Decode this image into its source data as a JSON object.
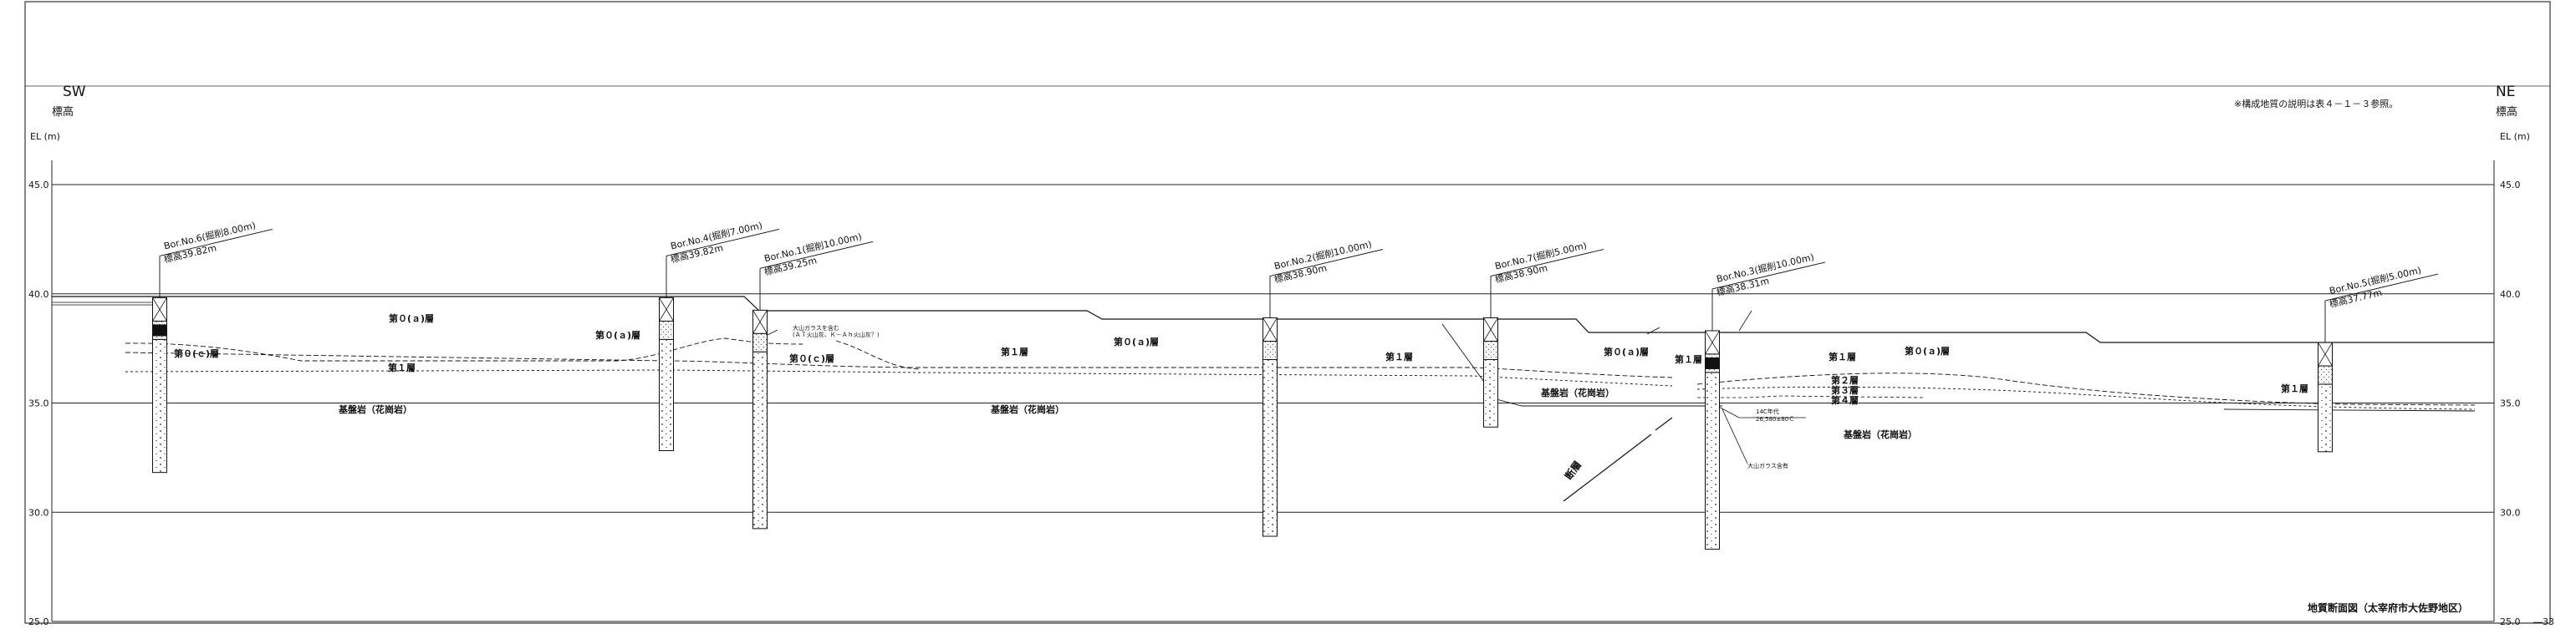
{
  "header": {
    "dir_left": "SW",
    "dir_right": "NE",
    "axis_label": "標高",
    "axis_unit": "EL (m)",
    "note": "※構成地質の説明は表４－１－３参照。",
    "title": "地質断面図（太宰府市大佐野地区）",
    "page_mark": "―33"
  },
  "axis": {
    "ticks": [
      {
        "label": "45.0",
        "elev": 45
      },
      {
        "label": "40.0",
        "elev": 40
      },
      {
        "label": "35.0",
        "elev": 35
      },
      {
        "label": "30.0",
        "elev": 30
      },
      {
        "label": "25.0",
        "elev": 25
      }
    ],
    "min": 25,
    "max": 45
  },
  "boreholes": [
    {
      "name": "Bor.No.6(掘削8.00m)",
      "elevation": "標高39.82m",
      "top": 39.82,
      "bottom": 31.82
    },
    {
      "name": "Bor.No.4(掘削7.00m)",
      "elevation": "標高39.82m",
      "top": 39.82,
      "bottom": 32.82
    },
    {
      "name": "Bor.No.1(掘削10.00m)",
      "elevation": "標高39.25m",
      "top": 39.25,
      "bottom": 29.25
    },
    {
      "name": "Bor.No.2(掘削10.00m)",
      "elevation": "標高38.90m",
      "top": 38.9,
      "bottom": 28.9
    },
    {
      "name": "Bor.No.7(掘削5.00m)",
      "elevation": "標高38.90m",
      "top": 38.9,
      "bottom": 33.9
    },
    {
      "name": "Bor.No.3(掘削10.00m)",
      "elevation": "標高38.31m",
      "top": 38.31,
      "bottom": 28.31
    },
    {
      "name": "Bor.No.5(掘削5.00m)",
      "elevation": "標高37.77m",
      "top": 37.77,
      "bottom": 32.77
    }
  ],
  "layers": [
    {
      "id": "l-d-a-1",
      "label": "第０(ａ)層"
    },
    {
      "id": "l-d-a-2",
      "label": "第０(ａ)層"
    },
    {
      "id": "l-d-a-3",
      "label": "第０(ａ)層"
    },
    {
      "id": "l-d-a-4",
      "label": "第０(ａ)層"
    },
    {
      "id": "l-d-a-5",
      "label": "第０(ａ)層"
    },
    {
      "id": "l-d-c-1",
      "label": "第０(ｃ)層"
    },
    {
      "id": "l-d-c-2",
      "label": "第０(ｃ)層"
    },
    {
      "id": "l-1-1",
      "label": "第１層"
    },
    {
      "id": "l-1-2",
      "label": "第１層"
    },
    {
      "id": "l-1-3",
      "label": "第１層"
    },
    {
      "id": "l-1-4",
      "label": "第１層"
    },
    {
      "id": "l-1-5",
      "label": "第１層"
    },
    {
      "id": "l-1-6",
      "label": "第１層"
    },
    {
      "id": "l-2-1",
      "label": "第２層"
    },
    {
      "id": "l-3-1",
      "label": "第３層"
    },
    {
      "id": "l-4-1",
      "label": "第４層"
    },
    {
      "id": "l-base-1",
      "label": "基盤岩（花崗岩）"
    },
    {
      "id": "l-base-2",
      "label": "基盤岩（花崗岩）"
    },
    {
      "id": "l-base-3",
      "label": "基盤岩（花崗岩）"
    },
    {
      "id": "l-base-4",
      "label": "基盤岩（花崗岩）"
    }
  ],
  "annotations": {
    "tephra_1": "大山ガラスを含む",
    "tephra_2": "(ＡＴ火山灰、Ｋ－Ａｈ火山灰？)",
    "c14_1": "14C年代",
    "c14_2": "26,580±80Ｃ",
    "tephra_3": "大山ガラス含有",
    "fault": "断層"
  },
  "colors": {
    "line": "#111111",
    "grid": "#222222",
    "background": "#ffffff"
  }
}
